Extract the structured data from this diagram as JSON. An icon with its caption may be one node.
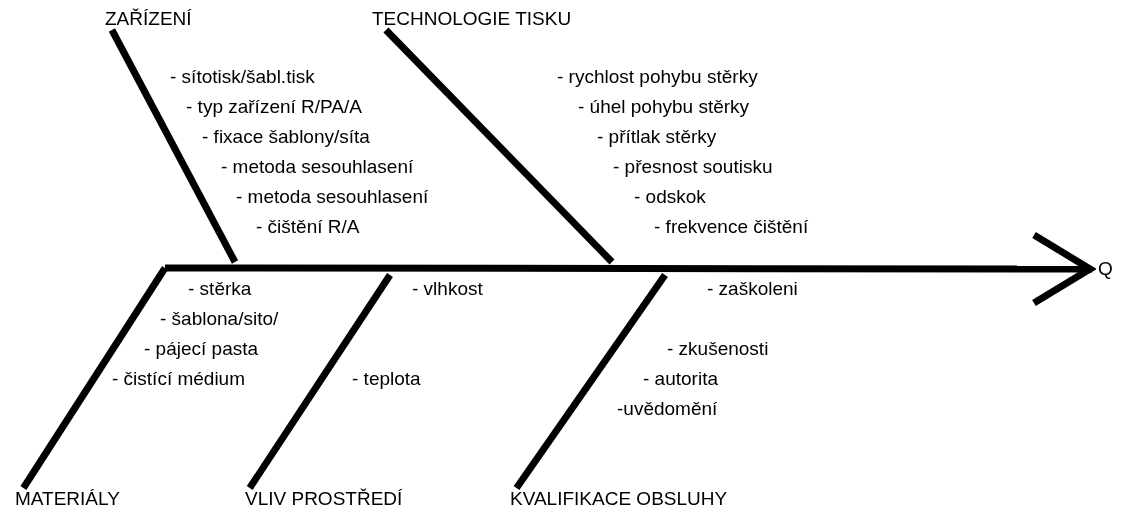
{
  "diagram": {
    "nodes": [
      {
        "text": [
          "ZAŘÍZENÍ"
        ]
      },
      {
        "text": [
          "TECHNOLOGIE TISKU"
        ]
      },
      {
        "text": [
          "MATERIÁLY"
        ]
      },
      {
        "text": [
          "VLIV PROSTŘEDÍ"
        ]
      },
      {
        "text": [
          "KVALIFIKACE OBSLUHY"
        ]
      },
      {
        "text": [
          "Q"
        ]
      }
    ],
    "edges": [
      {
        "from": 0,
        "to": null,
        "arrow": "none"
      },
      {
        "from": 1,
        "to": null,
        "arrow": "none"
      },
      {
        "from": 2,
        "to": null,
        "arrow": "none"
      },
      {
        "from": 3,
        "to": null,
        "arrow": "none"
      },
      {
        "from": 4,
        "to": null,
        "arrow": "none"
      },
      {
        "from": null,
        "to": 5,
        "arrow": "to"
      }
    ],
    "labels": [
      "- sítotisk/šabl.tisk",
      "- typ zařízení R/PA/A",
      "- fixace šablony/síta",
      "- metoda sesouhlasení",
      "- metoda sesouhlasení",
      "- čištění R/A",
      "- rychlost pohybu stěrky",
      "- úhel pohybu stěrky",
      "- přítlak stěrky",
      "- přesnost soutisku",
      "- odskok",
      "- frekvence čištění",
      "- stěrka",
      "- šablona/sito/",
      "- pájecí pasta",
      "- čistící médium",
      "- vlhkost",
      "- teplota",
      "- zaškoleni",
      "- zkušenosti",
      "- autorita",
      "-uvědomění"
    ]
  }
}
